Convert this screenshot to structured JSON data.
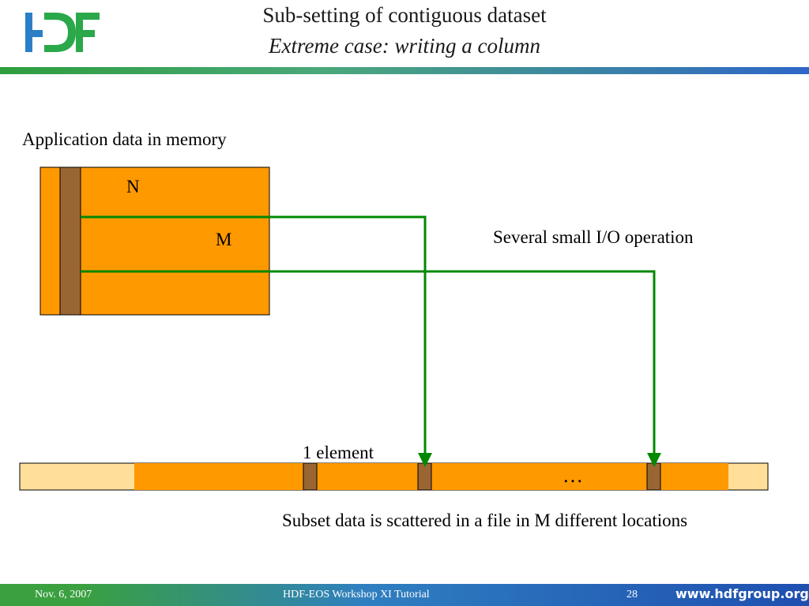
{
  "header": {
    "logo_text": "HDF",
    "title_line1": "Sub-setting of contiguous dataset",
    "title_line2": "Extreme case: writing a column"
  },
  "diagram": {
    "memory_label": "Application data in memory",
    "dim_n": "N",
    "dim_m": "M",
    "io_label": "Several small I/O operation",
    "element_label": "1 element",
    "ellipsis": "…",
    "scatter_label": "Subset data is scattered in a file in M different locations",
    "colors": {
      "orange": "#ff9900",
      "column": "#996633",
      "light": "#ffdf99",
      "arrow": "#008800"
    }
  },
  "footer": {
    "date": "Nov. 6, 2007",
    "event": "HDF-EOS Workshop XI Tutorial",
    "page": "28",
    "url": "www.hdfgroup.org"
  }
}
